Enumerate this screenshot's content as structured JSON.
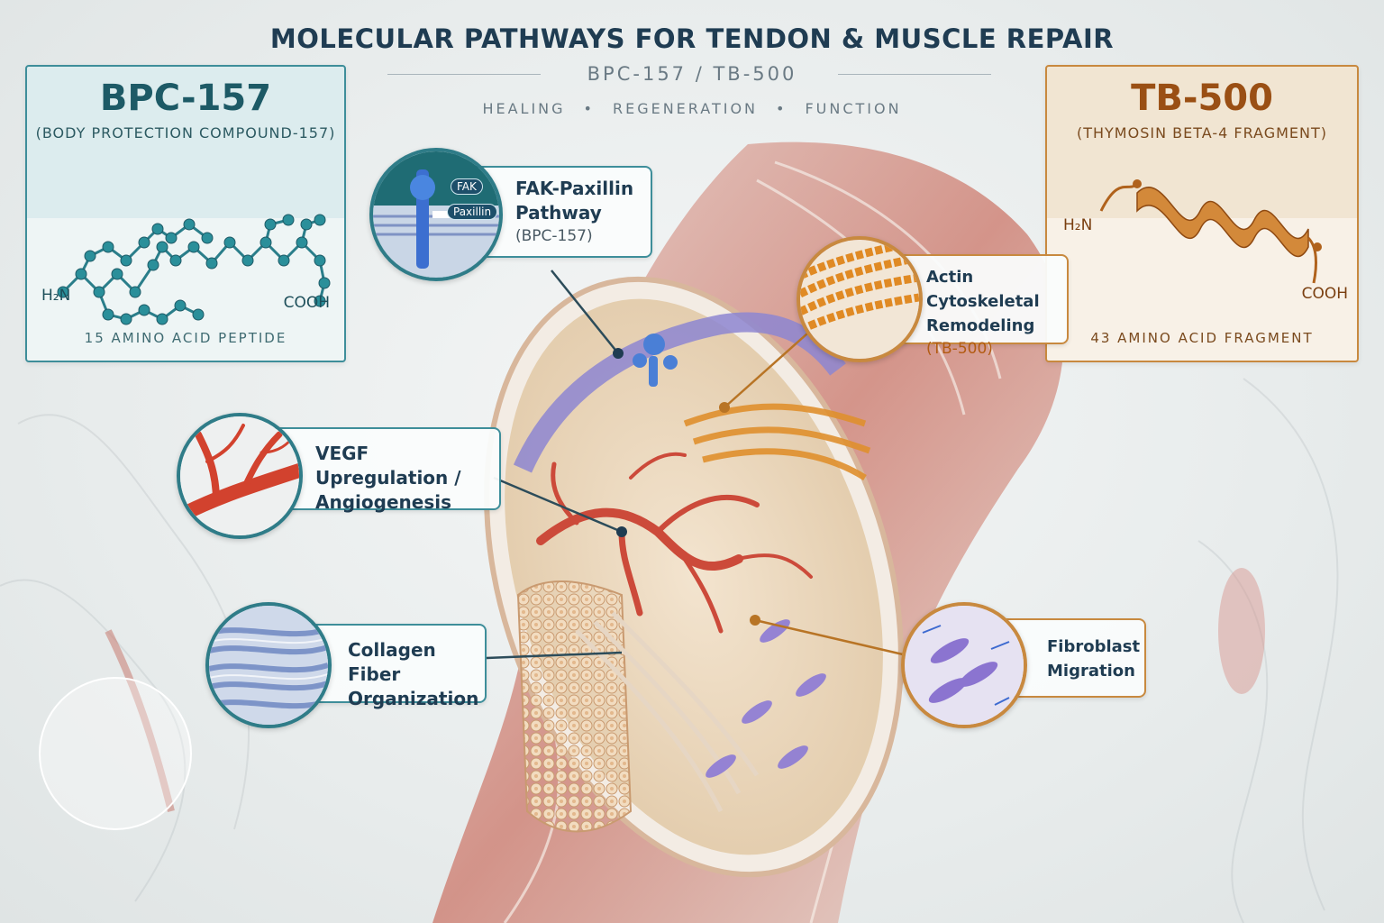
{
  "header": {
    "title": "MOLECULAR PATHWAYS FOR TENDON & MUSCLE REPAIR",
    "subtitle": "BPC-157  /  TB-500",
    "tags": [
      "HEALING",
      "REGENERATION",
      "FUNCTION"
    ]
  },
  "peptides": {
    "bpc": {
      "name": "BPC-157",
      "full_name": "(BODY PROTECTION COMPOUND-157)",
      "n_terminus": "H₂N",
      "c_terminus": "COOH",
      "length": "15 AMINO ACID PEPTIDE",
      "color": "#3e8e9a"
    },
    "tb": {
      "name": "TB-500",
      "full_name": "(THYMOSIN BETA-4 FRAGMENT)",
      "n_terminus": "H₂N",
      "c_terminus": "COOH",
      "length": "43 AMINO ACID FRAGMENT",
      "color": "#c8893f"
    }
  },
  "pathways": {
    "fak": {
      "line1": "FAK-Paxillin",
      "line2": "Pathway",
      "source": "(BPC-157)",
      "inset_labels": [
        "FAK",
        "Paxillin"
      ]
    },
    "actin": {
      "line1": "Actin Cytoskeletal",
      "line2": "Remodeling",
      "source": "(TB-500)"
    },
    "vegf": {
      "line1": "VEGF Upregulation /",
      "line2": "Angiogenesis"
    },
    "collagen": {
      "line1": "Collagen Fiber",
      "line2": "Organization"
    },
    "fibroblast": {
      "line1": "Fibroblast",
      "line2": "Migration"
    }
  },
  "colors": {
    "title": "#1f3c52",
    "bpc_accent": "#3e8e9a",
    "tb_accent": "#c8893f",
    "muscle": "#c9605a",
    "tendon": "#efe3d6"
  }
}
